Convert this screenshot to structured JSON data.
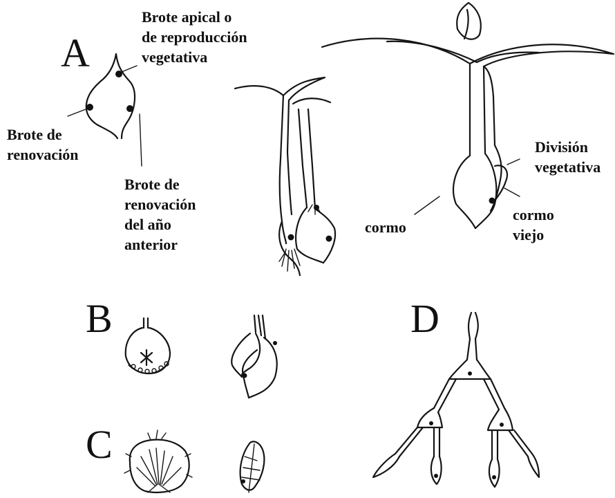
{
  "panels": {
    "A": "A",
    "B": "B",
    "C": "C",
    "D": "D"
  },
  "labels": {
    "apical_bud": [
      "Brote apical o",
      "de reproducción",
      "vegetativa"
    ],
    "renewal_bud": [
      "Brote de",
      "renovación"
    ],
    "prev_year_bud": [
      "Brote de",
      "renovación",
      "del año",
      "anterior"
    ],
    "vegetative_division": [
      "División",
      "vegetativa"
    ],
    "corm": "cormo",
    "old_corm": [
      "cormo",
      "viejo"
    ]
  }
}
